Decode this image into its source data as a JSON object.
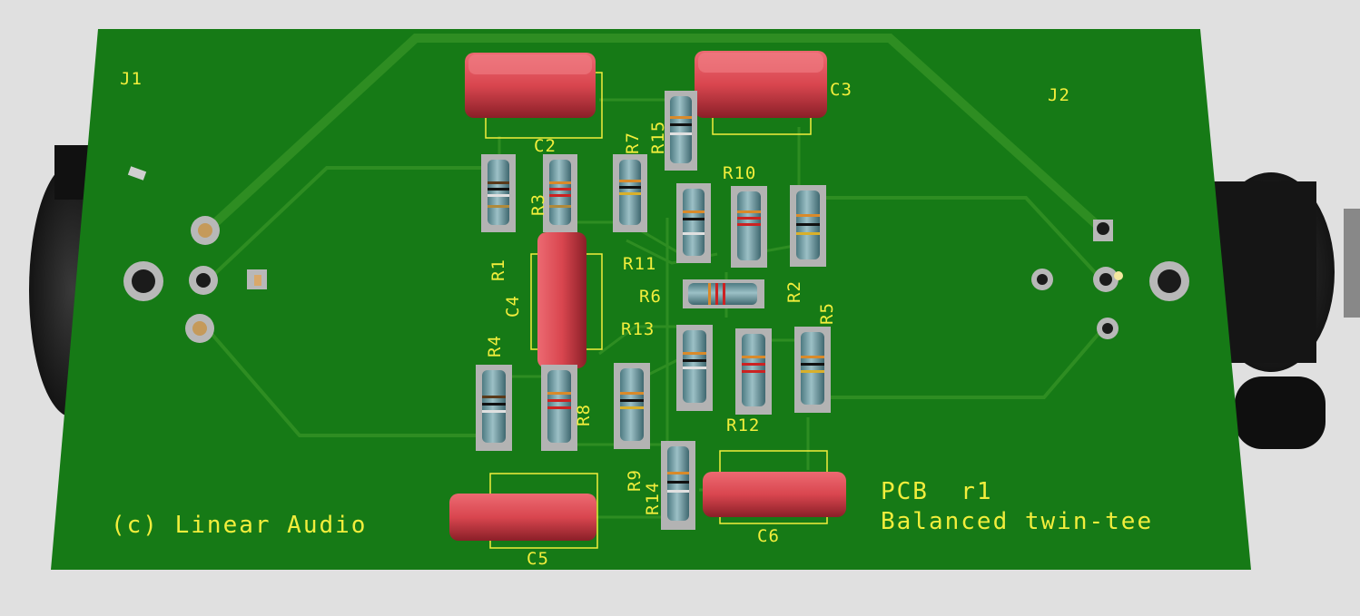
{
  "board": {
    "copyright": "(c) Linear Audio",
    "pcb_label": "PCB  r1",
    "title": "Balanced twin-tee"
  },
  "colors": {
    "pcb": "#167a16",
    "trace": "#2e8d22",
    "silkscreen": "#f2ee3c",
    "capacitor": "#d9464f",
    "resistor_body": "#6e9aa2",
    "connector": "#1a1a1a",
    "pad": "#b8b8b8"
  },
  "connectors": [
    {
      "id": "J1",
      "label": "J1"
    },
    {
      "id": "J2",
      "label": "J2"
    }
  ],
  "capacitors": [
    {
      "id": "C2",
      "label": "C2"
    },
    {
      "id": "C3",
      "label": "C3"
    },
    {
      "id": "C4",
      "label": "C4"
    },
    {
      "id": "C5",
      "label": "C5"
    },
    {
      "id": "C6",
      "label": "C6"
    }
  ],
  "resistors": [
    {
      "id": "R1",
      "label": "R1"
    },
    {
      "id": "R2",
      "label": "R2"
    },
    {
      "id": "R3",
      "label": "R3"
    },
    {
      "id": "R4",
      "label": "R4"
    },
    {
      "id": "R5",
      "label": "R5"
    },
    {
      "id": "R6",
      "label": "R6"
    },
    {
      "id": "R7",
      "label": "R7"
    },
    {
      "id": "R8",
      "label": "R8"
    },
    {
      "id": "R9",
      "label": "R9"
    },
    {
      "id": "R10",
      "label": "R10"
    },
    {
      "id": "R11",
      "label": "R11"
    },
    {
      "id": "R12",
      "label": "R12"
    },
    {
      "id": "R13",
      "label": "R13"
    },
    {
      "id": "R14",
      "label": "R14"
    },
    {
      "id": "R15",
      "label": "R15"
    }
  ]
}
